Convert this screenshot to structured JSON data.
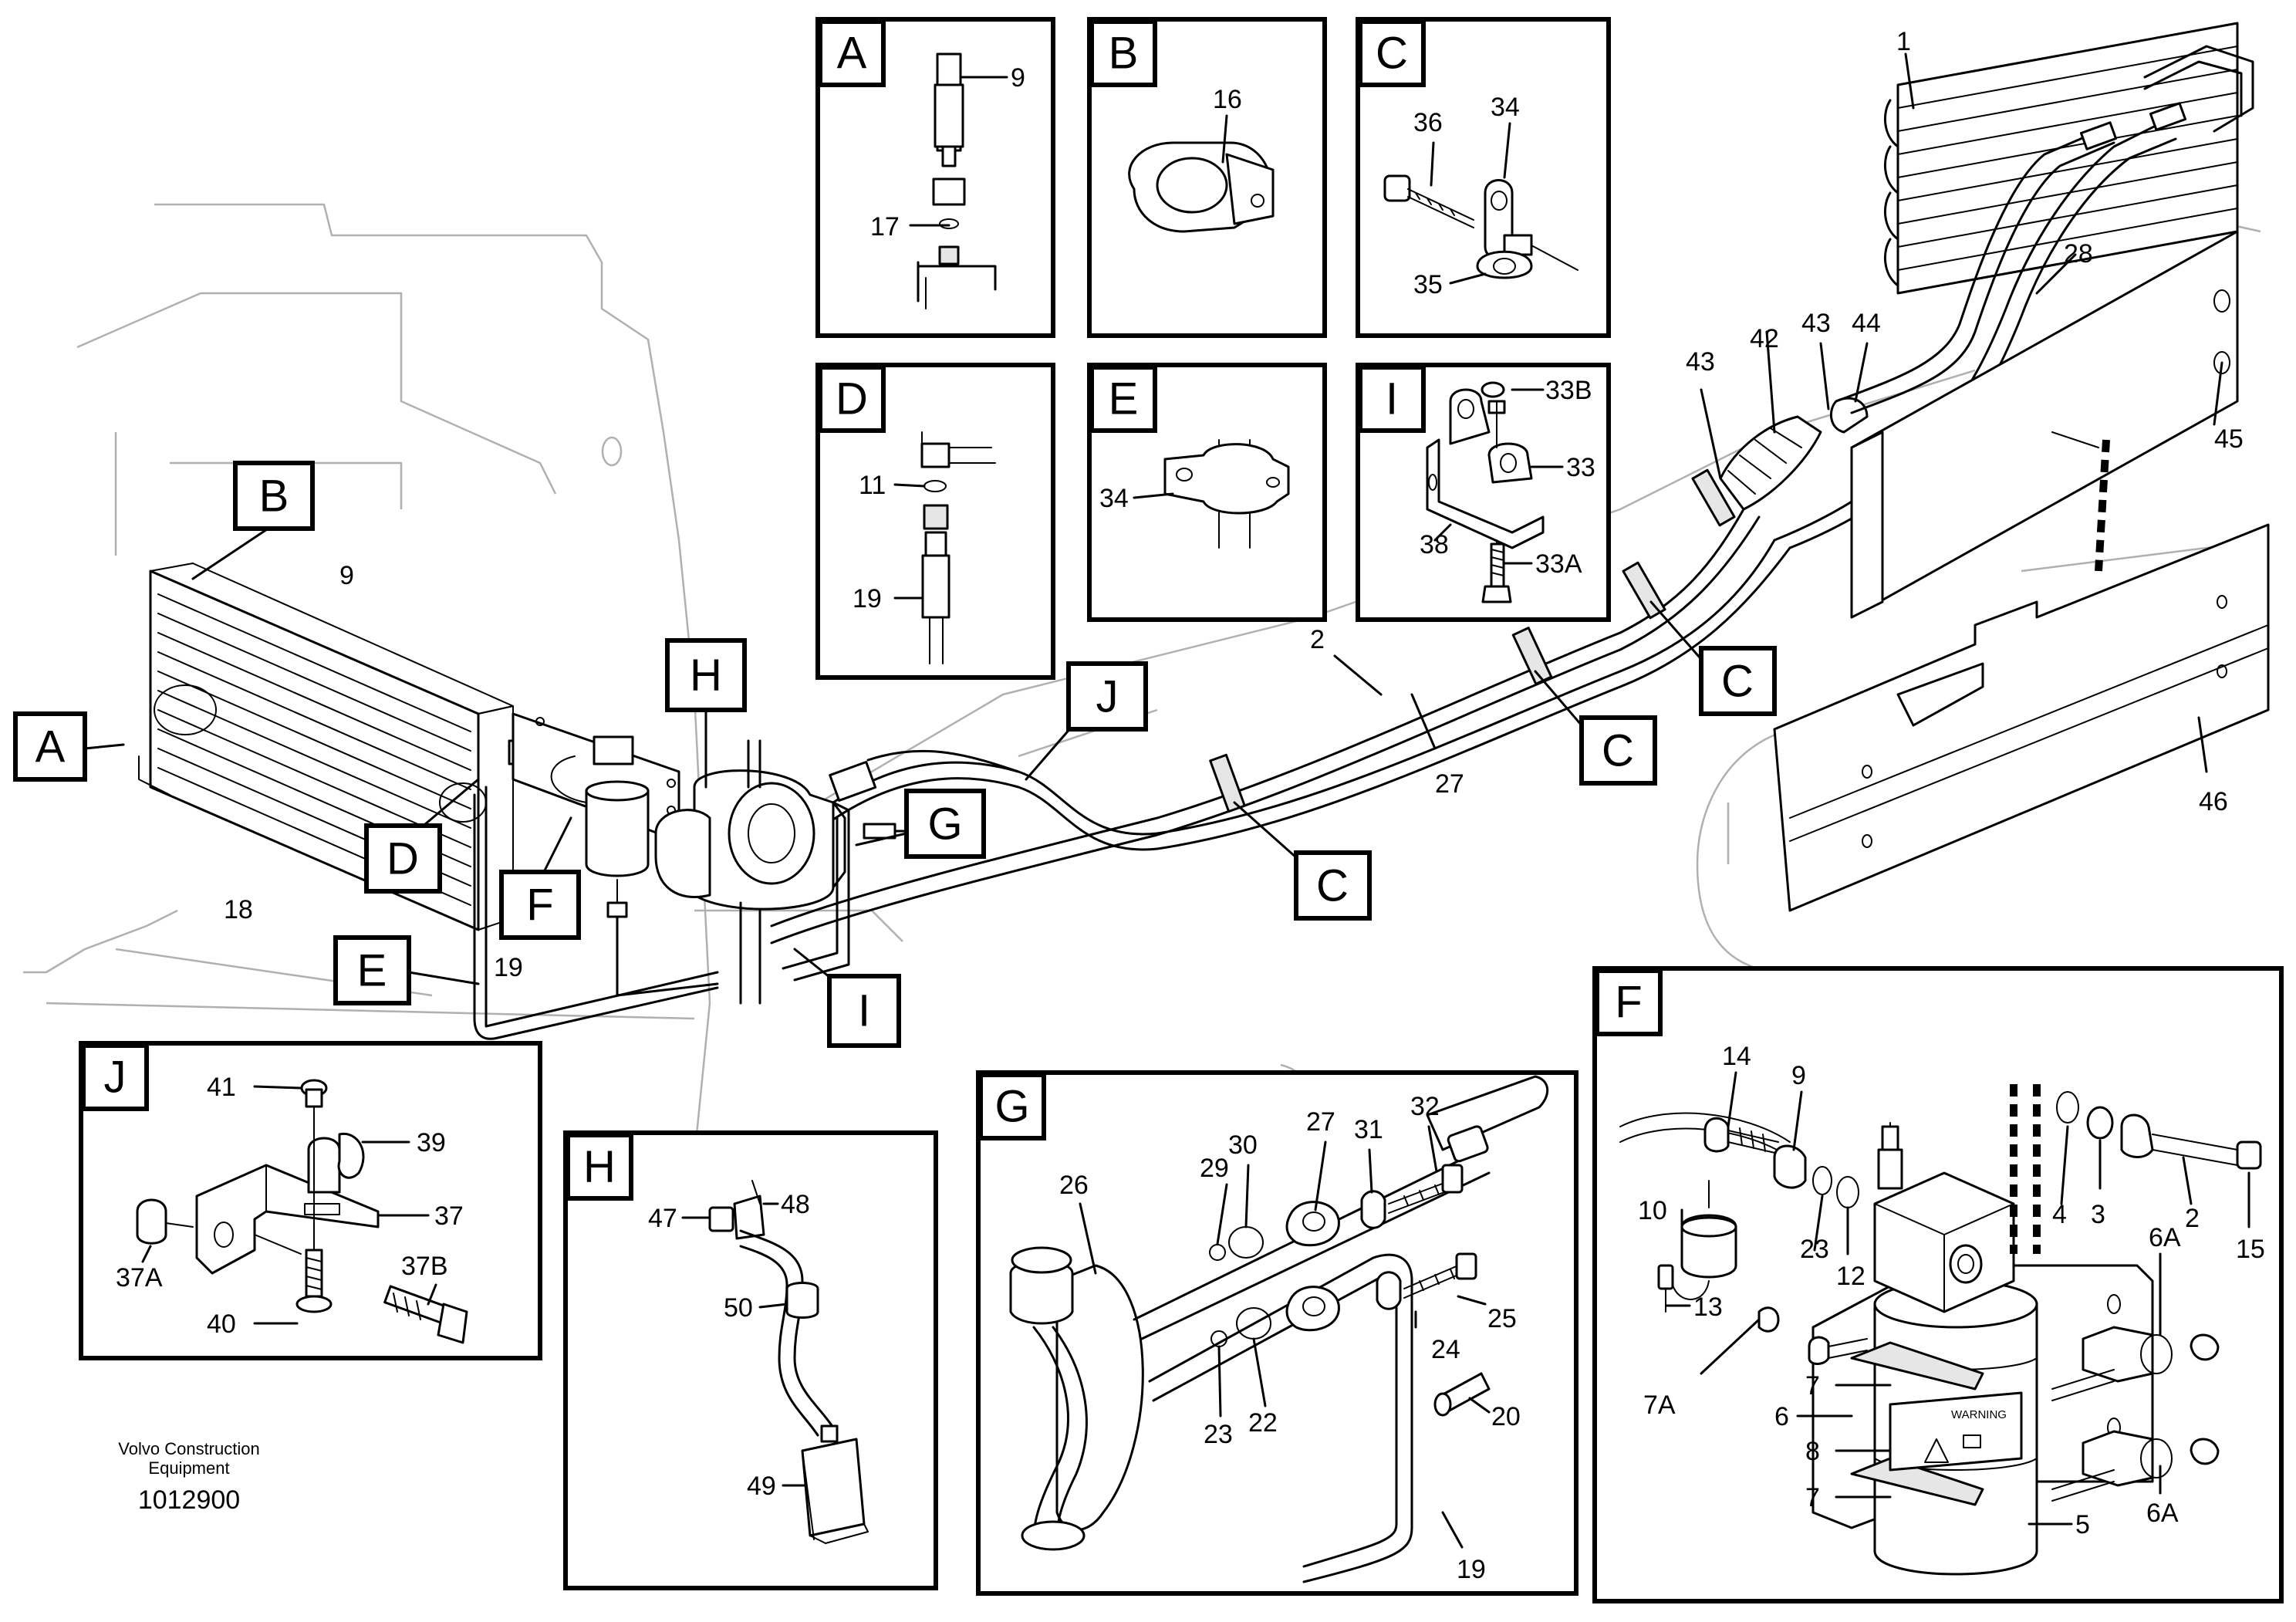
{
  "diagram": {
    "detail_boxes": {
      "A": {
        "letter": "A",
        "parts": [
          "9",
          "17"
        ]
      },
      "B": {
        "letter": "B",
        "parts": [
          "16"
        ]
      },
      "C": {
        "letter": "C",
        "parts": [
          "36",
          "34",
          "35"
        ]
      },
      "D": {
        "letter": "D",
        "parts": [
          "11",
          "19"
        ]
      },
      "E": {
        "letter": "E",
        "parts": [
          "34"
        ]
      },
      "I": {
        "letter": "I",
        "parts": [
          "33B",
          "33",
          "38",
          "33A"
        ]
      },
      "J": {
        "letter": "J",
        "parts": [
          "41",
          "39",
          "37",
          "37A",
          "37B",
          "40"
        ]
      },
      "H": {
        "letter": "H",
        "parts": [
          "47",
          "48",
          "50",
          "49"
        ]
      },
      "G": {
        "letter": "G",
        "parts": [
          "32",
          "27",
          "31",
          "29",
          "30",
          "26",
          "25",
          "24",
          "23",
          "22",
          "20",
          "19"
        ]
      },
      "F": {
        "letter": "F",
        "parts": [
          "14",
          "9",
          "4",
          "3",
          "2",
          "15",
          "10",
          "23",
          "12",
          "6A",
          "13",
          "7A",
          "7",
          "6",
          "8",
          "7",
          "5",
          "6A"
        ]
      }
    },
    "main_view": {
      "callouts": [
        "A",
        "B",
        "D",
        "E",
        "F",
        "H",
        "J",
        "G",
        "I",
        "C",
        "C",
        "C"
      ],
      "parts": [
        "1",
        "28",
        "43",
        "42",
        "43",
        "44",
        "45",
        "46",
        "2",
        "27",
        "9",
        "18",
        "19"
      ]
    },
    "receiver_label": "WARNING"
  },
  "footer": {
    "company_line1": "Volvo Construction",
    "company_line2": "Equipment",
    "drawing_number": "1012900"
  }
}
